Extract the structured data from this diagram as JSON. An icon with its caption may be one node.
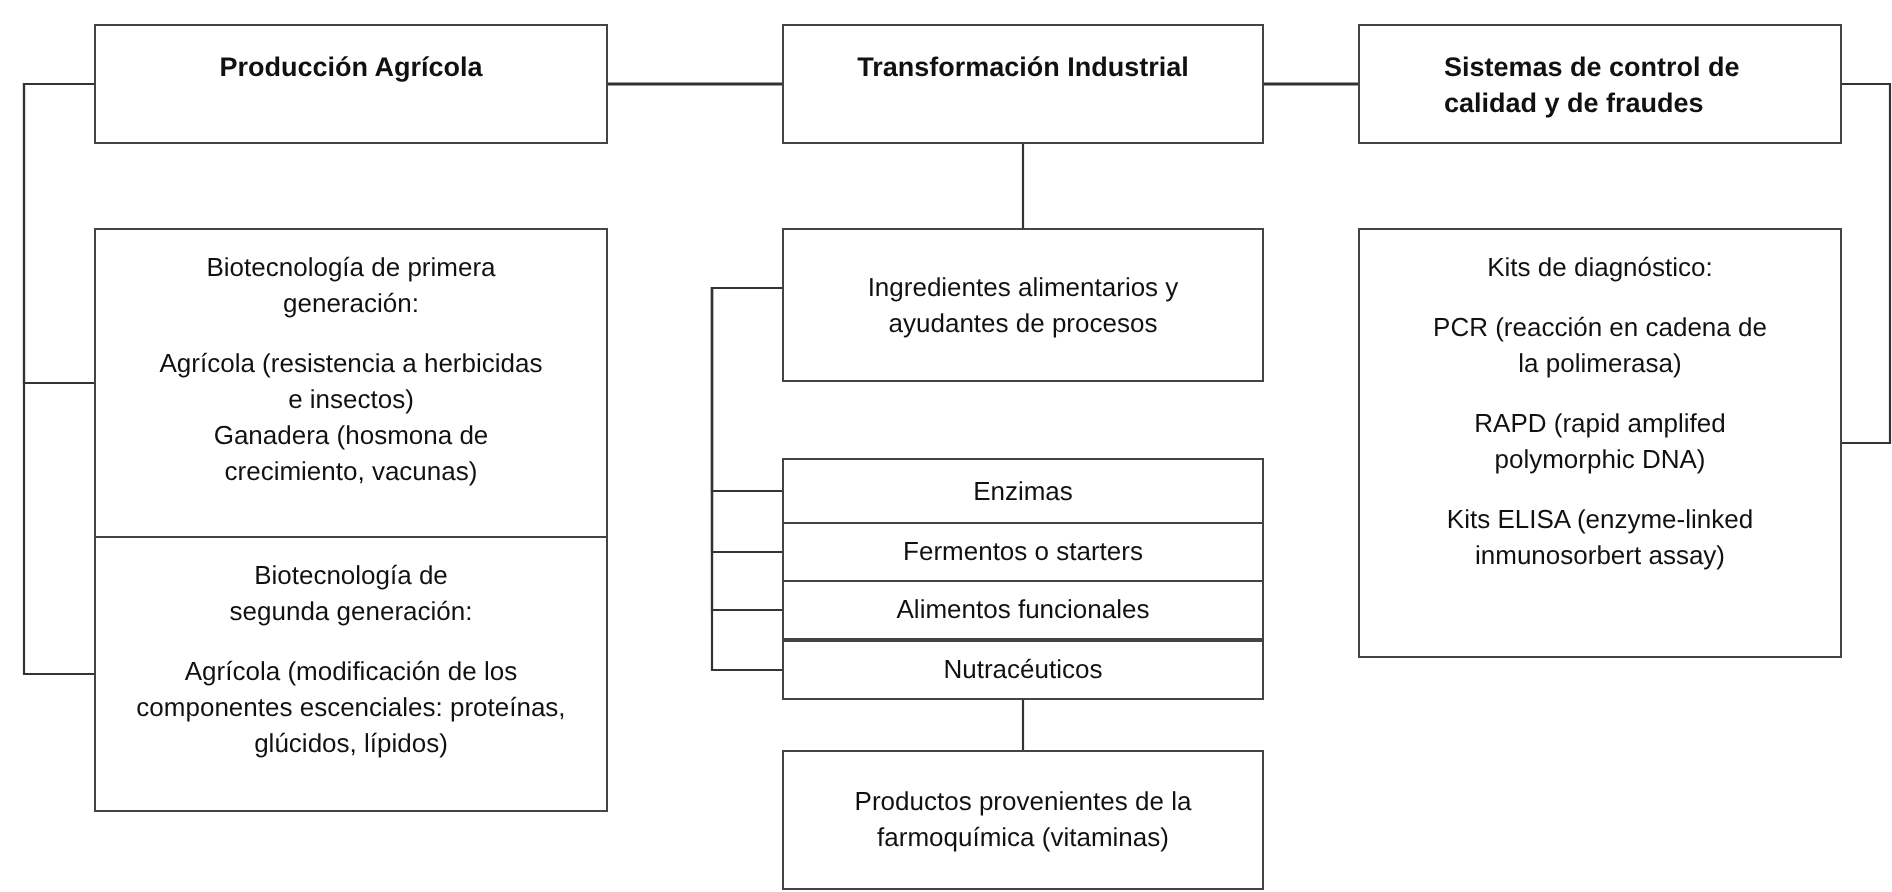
{
  "diagram": {
    "nodes": [
      {
        "text": [
          "Producción Agrícola"
        ]
      },
      {
        "text": [
          "Transformación Industrial"
        ]
      },
      {
        "text": [
          "Sistemas de control de calidad y de fraudes"
        ]
      },
      {
        "text": [
          "Biotecnología de primera generación:",
          "Agrícola (resistencia a herbicidas e insectos)",
          "Ganadera (hosmona de crecimiento, vacunas)"
        ]
      },
      {
        "text": [
          "Biotecnología de segunda generación:",
          "Agrícola (modificación de los componentes escenciales: proteínas, glúcidos, lípidos)"
        ]
      },
      {
        "text": [
          "Ingredientes alimentarios y ayudantes de procesos"
        ]
      },
      {
        "text": [
          "Enzimas"
        ]
      },
      {
        "text": [
          "Fermentos o starters"
        ]
      },
      {
        "text": [
          "Alimentos funcionales"
        ]
      },
      {
        "text": [
          "Nutracéuticos"
        ]
      },
      {
        "text": [
          "Productos provenientes de la farmoquímica (vitaminas)"
        ]
      },
      {
        "text": [
          "Kits de diagnóstico:",
          "PCR (reacción en cadena de la polimerasa)",
          "RAPD (rapid amplifed polymorphic DNA)",
          "Kits ELISA (enzyme-linked inmunosorbert assay)"
        ]
      }
    ],
    "edges": [
      {
        "from": 0,
        "to": 1,
        "arrow": "none"
      },
      {
        "from": 1,
        "to": 2,
        "arrow": "none"
      },
      {
        "from": 0,
        "to": 3,
        "arrow": "none"
      },
      {
        "from": 0,
        "to": 4,
        "arrow": "none"
      },
      {
        "from": 1,
        "to": 5,
        "arrow": "none"
      },
      {
        "from": 5,
        "to": 6,
        "arrow": "none"
      },
      {
        "from": 5,
        "to": 7,
        "arrow": "none"
      },
      {
        "from": 5,
        "to": 8,
        "arrow": "none"
      },
      {
        "from": 5,
        "to": 9,
        "arrow": "none"
      },
      {
        "from": 9,
        "to": 10,
        "arrow": "none"
      },
      {
        "from": 2,
        "to": 11,
        "arrow": "none"
      }
    ]
  }
}
